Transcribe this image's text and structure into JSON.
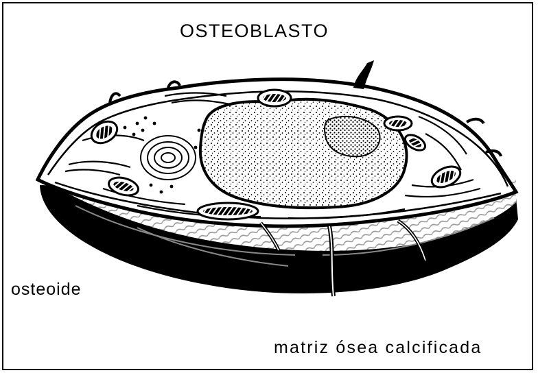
{
  "title": "OSTEOBLASTO",
  "labels": {
    "osteoide": "osteoide",
    "matriz": "matriz ósea calcificada"
  },
  "colors": {
    "background": "#ffffff",
    "ink": "#000000",
    "matrix_gray": "#9a9a9a"
  },
  "icons": {
    "cell": "osteoblast-cell-drawing",
    "nucleus": "nucleus-drawing",
    "golgi": "golgi-apparatus-drawing",
    "mitochondria": "mitochondrion-drawing",
    "matrix": "calcified-matrix-drawing"
  }
}
